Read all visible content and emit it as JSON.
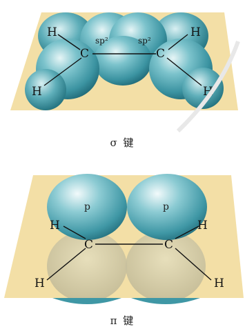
{
  "sigma": {
    "caption": "σ 键",
    "labels": {
      "h_top_left": "H",
      "h_top_right": "H",
      "h_bottom_left": "H",
      "h_bottom_right": "H",
      "c_left": "C",
      "c_right": "C",
      "sp2_left": "sp²",
      "sp2_right": "sp²"
    }
  },
  "pi": {
    "caption": "π 键",
    "labels": {
      "h_top_left": "H",
      "h_top_right": "H",
      "h_bottom_left": "H",
      "h_bottom_right": "H",
      "c_left": "C",
      "c_right": "C",
      "p_left": "p",
      "p_right": "p"
    }
  },
  "colors": {
    "plane": "#f3dfa6",
    "orbital": "#4aa0ad",
    "orbital_dark": "#1f6f7c",
    "lower_lobe": "#c9c29a",
    "bond": "#111111"
  }
}
